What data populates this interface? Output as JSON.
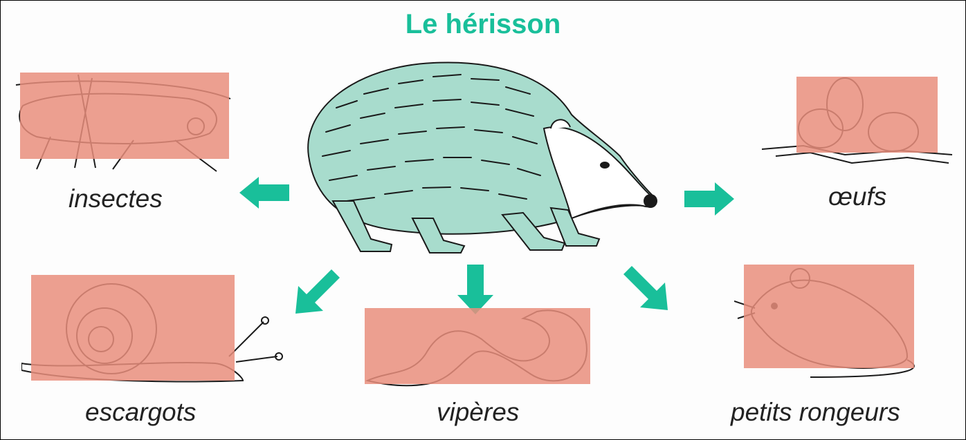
{
  "title": "Le hérisson",
  "colors": {
    "accent": "#19bf9a",
    "hedgehog_fill": "#a8dccd",
    "overlay": "#e98e7c",
    "ink": "#1a1a1a"
  },
  "center": {
    "animal": "hedgehog-icon"
  },
  "prey": [
    {
      "label": "insectes",
      "icon": "grasshopper-icon"
    },
    {
      "label": "œufs",
      "icon": "eggs-icon"
    },
    {
      "label": "escargots",
      "icon": "snail-icon"
    },
    {
      "label": "vipères",
      "icon": "snake-icon"
    },
    {
      "label": "petits rongeurs",
      "icon": "mouse-icon"
    }
  ]
}
